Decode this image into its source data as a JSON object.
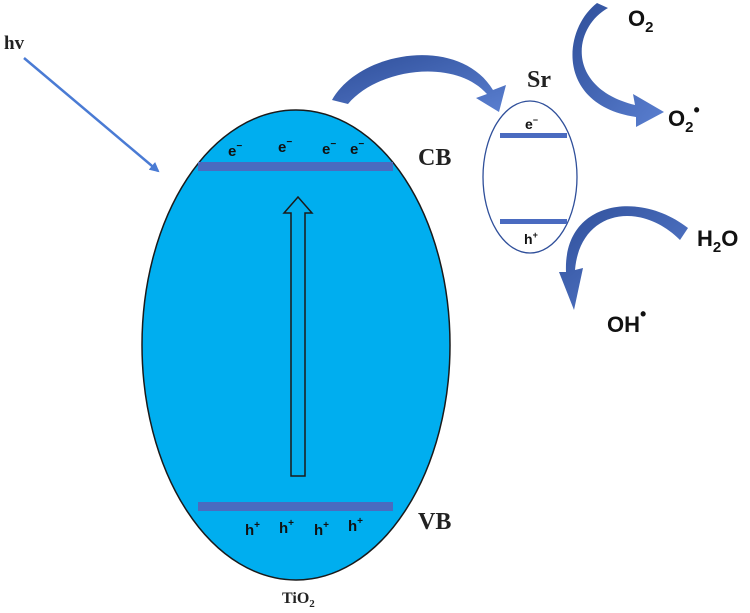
{
  "labels": {
    "light": "hv",
    "conduction_band": "CB",
    "valence_band": "VB",
    "semiconductor": "TiO",
    "semiconductor_sub": "2",
    "dopant": "Sr",
    "oxygen": "O",
    "oxygen_sub": "2",
    "superoxide": "O",
    "superoxide_sub": "2",
    "superoxide_dot": "•",
    "water": "H",
    "water_sub": "2",
    "water_tail": "O",
    "hydroxyl": "OH",
    "hydroxyl_dot": "•"
  },
  "carriers": {
    "electron": "e",
    "electron_sup": "−",
    "hole": "h",
    "hole_sup": "+",
    "cb_electrons": 4,
    "vb_holes": 4
  },
  "colors": {
    "ellipse_fill": "#00aeef",
    "band_bar": "#4a6bc0",
    "arrow_fill": "#3f63b8",
    "light_arrow": "#4a7bd4",
    "outline": "#1a1a1a"
  }
}
